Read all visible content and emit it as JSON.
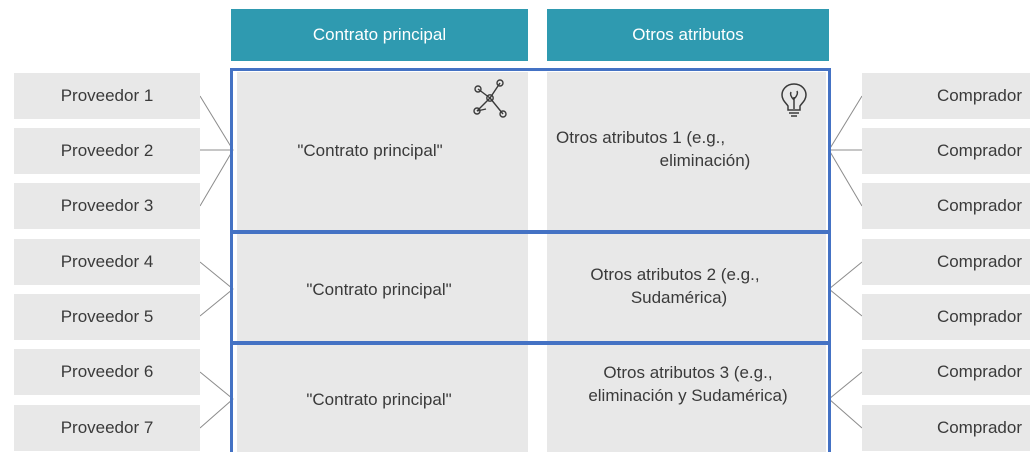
{
  "headers": {
    "contract": "Contrato principal",
    "other": "Otros atributos"
  },
  "suppliers": [
    "Proveedor 1",
    "Proveedor 2",
    "Proveedor 3",
    "Proveedor 4",
    "Proveedor 5",
    "Proveedor 6",
    "Proveedor 7"
  ],
  "buyers": [
    "Comprador",
    "Comprador",
    "Comprador",
    "Comprador",
    "Comprador",
    "Comprador",
    "Comprador"
  ],
  "groups": [
    {
      "contract": "\"Contrato principal\"",
      "other_line1": "Otros atributos 1 (e.g.,",
      "other_line2": "eliminación)"
    },
    {
      "contract": "\"Contrato principal\"",
      "other_line1": "Otros atributos 2 (e.g.,",
      "other_line2": "Sudamérica)"
    },
    {
      "contract": "\"Contrato principal\"",
      "other_line1": "Otros atributos 3 (e.g.,",
      "other_line2": "eliminación y Sudamérica)"
    }
  ],
  "icons": {
    "network": "network-icon",
    "idea": "lightbulb-icon"
  },
  "colors": {
    "header": "#2f9ab0",
    "box": "#e8e8e8",
    "outline": "#4472c4",
    "connector": "#8a8a8a"
  }
}
